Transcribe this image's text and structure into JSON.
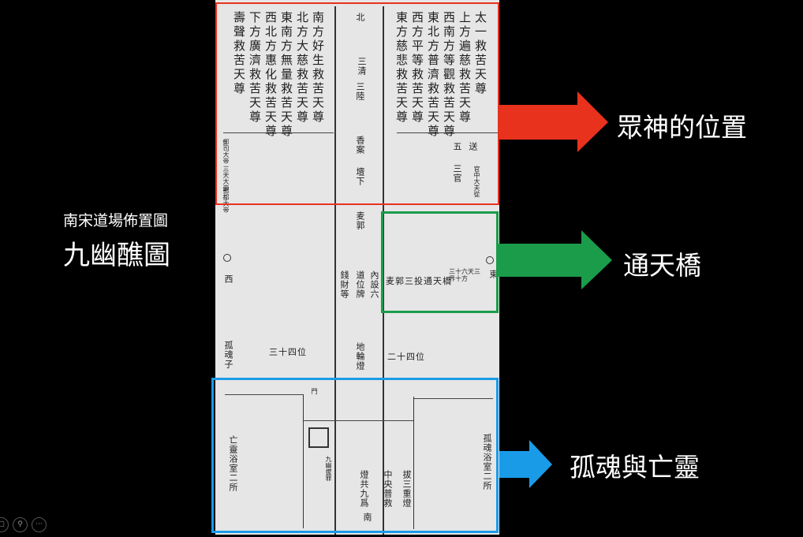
{
  "slide": {
    "subtitle": "南宋道場佈置圖",
    "title": "九幽醮圖"
  },
  "annotations": [
    {
      "label": "眾神的位置",
      "color": "#e8321e"
    },
    {
      "label": "通天橋",
      "color": "#1a9c4a"
    },
    {
      "label": "孤魂與亡靈",
      "color": "#1a9be8"
    }
  ],
  "scan": {
    "top_right_columns": [
      "太一救苦天尊",
      "上方遍慈救苦天尊",
      "西南方等觀救苦天尊",
      "東北方普濟救苦天尊",
      "西方平等救苦天尊",
      "東方慈悲救苦天尊"
    ],
    "top_left_columns": [
      "南方好生救苦天尊",
      "北方大慈救苦天尊",
      "東南方無量救苦天尊",
      "西北方惠化救苦天尊",
      "下方廣濟救苦天尊",
      "壽聲救苦天尊"
    ],
    "center": [
      "北",
      "三清",
      "三陸",
      "香案",
      "壇下",
      "麦郭",
      "內設六",
      "道位牌",
      "錢財等",
      "地輪燈"
    ],
    "top_right_lower": [
      "送",
      "五",
      "三官",
      "官中大夫從"
    ],
    "top_left_lower": [
      "郵司大帝",
      "三天大帝",
      "酆都大帝"
    ],
    "middle": {
      "east": "東",
      "west": "西",
      "bridge": "麦郭三投通天橋",
      "bridge_note": "三十六天三界十方",
      "left_note": "三十四位",
      "right_note": "二十四位",
      "left_edge": "孤魂子"
    },
    "bottom": {
      "right_edge": "孤魂浴室二所",
      "left_edge": "亡靈浴室二所",
      "center_a": "九幽拔罪",
      "center_b": "中央普救",
      "center_c": "燈共九爲",
      "center_d": "拔三重燈",
      "south": "南",
      "gate": "門"
    }
  },
  "controls": [
    "zoom-out-icon",
    "zoom-icon",
    "more-icon"
  ]
}
